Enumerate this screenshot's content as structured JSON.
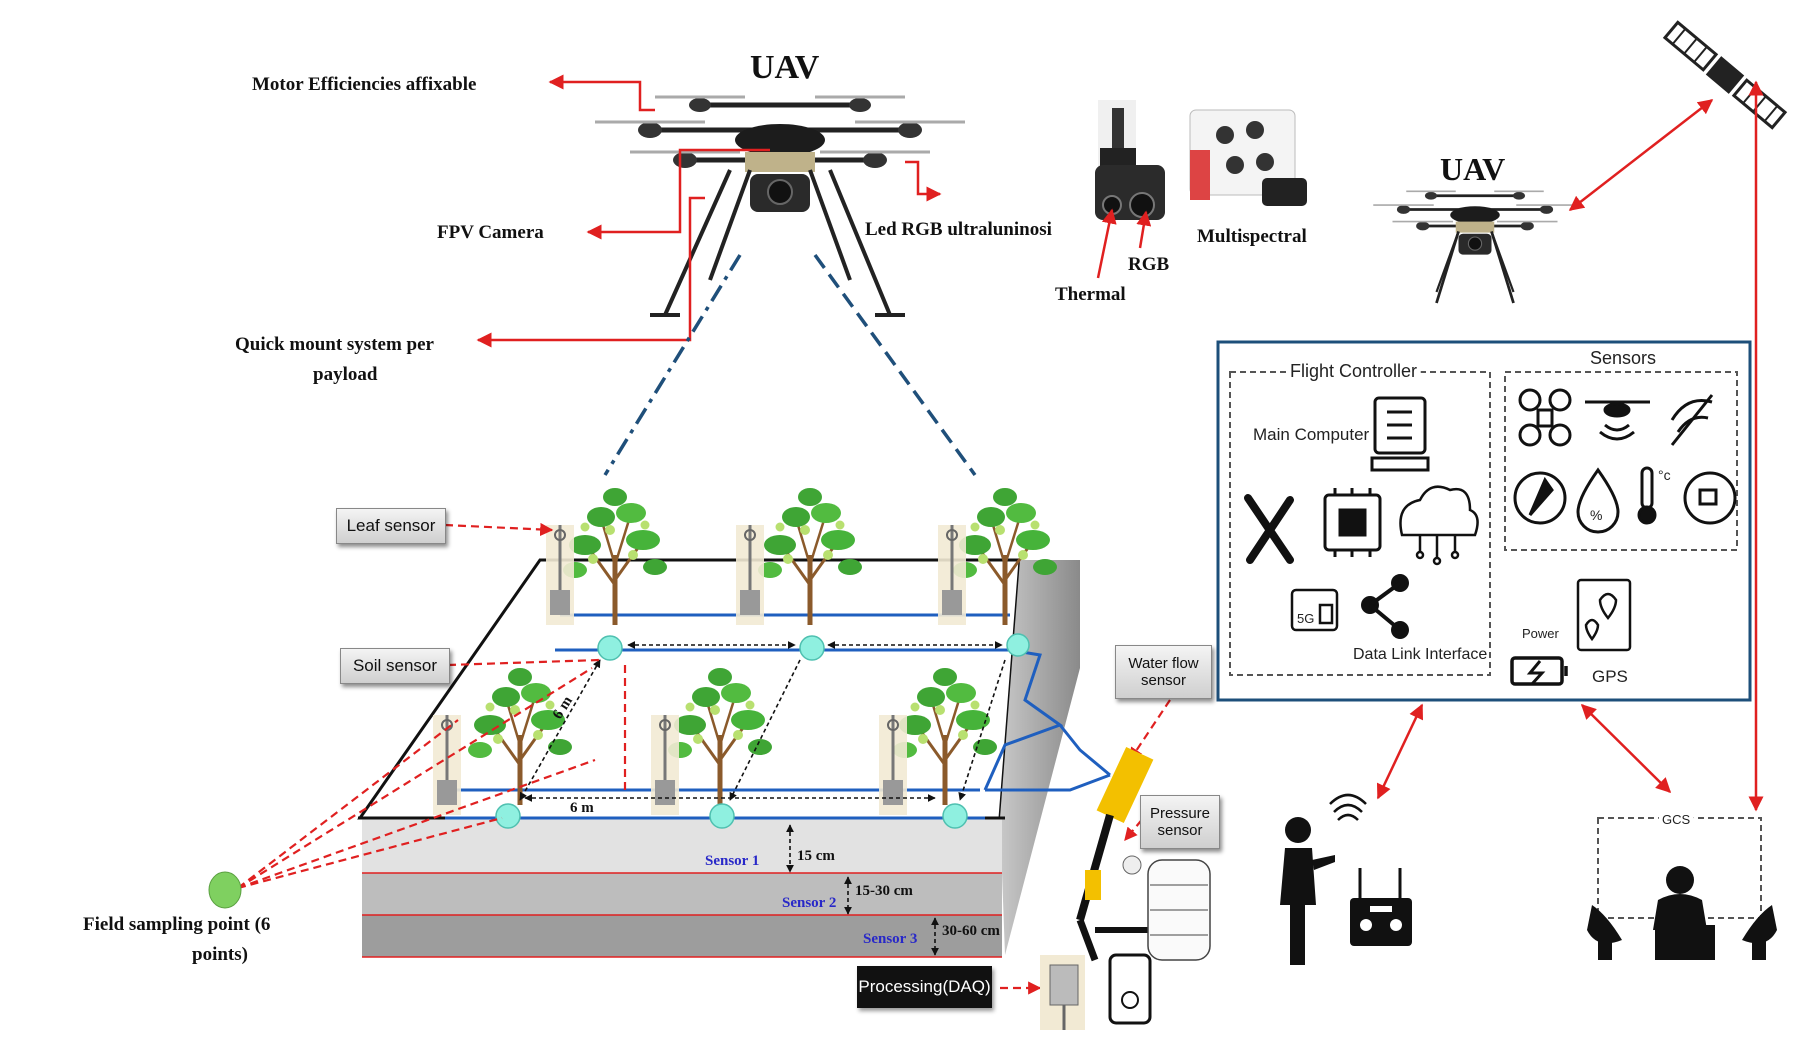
{
  "title_uav_left": "UAV",
  "title_uav_right": "UAV",
  "drone_labels": {
    "motor": "Motor Efficiencies affixable",
    "fpv": "FPV Camera",
    "led": "Led RGB ultraluninosi",
    "quick_mount_1": "Quick mount system per",
    "quick_mount_2": "payload"
  },
  "payload_labels": {
    "thermal": "Thermal",
    "rgb": "RGB",
    "multispectral": "Multispectral"
  },
  "field_labels": {
    "leaf_sensor": "Leaf sensor",
    "soil_sensor": "Soil sensor",
    "water_flow_1": "Water flow",
    "water_flow_2": "sensor",
    "pressure_1": "Pressure",
    "pressure_2": "sensor",
    "processing": "Processing(DAQ)",
    "sampling_1": "Field sampling point (6",
    "sampling_2": "points)",
    "dist_6m_a": "6 m",
    "dist_6m_b": "6 m"
  },
  "soil_layers": [
    {
      "sensor": "Sensor 1",
      "depth": "15 cm"
    },
    {
      "sensor": "Sensor 2",
      "depth": "15-30 cm"
    },
    {
      "sensor": "Sensor 3",
      "depth": "30-60 cm"
    }
  ],
  "controller_box": {
    "flight_controller": "Flight Controller",
    "sensors": "Sensors",
    "main_computer": "Main Computer",
    "data_link": "Data Link Interface",
    "power": "Power",
    "gps": "GPS",
    "fiveg": "5G"
  },
  "gcs_label": "GCS",
  "colors": {
    "arrow_red": "#e02020",
    "pipe_blue": "#1f5fbf",
    "box_blue": "#1d4f7a",
    "node_cyan": "#8ff0e0",
    "sensor_blue": "#2828c8",
    "sampling_green": "#7fd060"
  }
}
